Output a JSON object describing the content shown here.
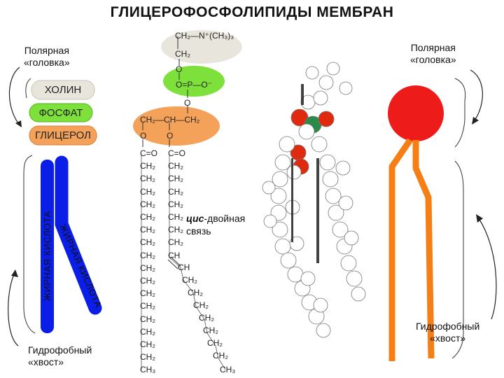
{
  "title": "ГЛИЦЕРОФОСФОЛИПИДЫ МЕМБРАН",
  "left": {
    "polar_head_label": "Полярная\n«головка»",
    "choline": "ХОЛИН",
    "phosphate": "ФОСФАТ",
    "glycerol": "ГЛИЦЕРОЛ",
    "fatty_acid_left": "ЖИРНАЯ КИСЛОТА",
    "fatty_acid_right": "ЖИРНАЯ КИСЛОТА",
    "tail_label": "Гидрофобный\n«хвост»"
  },
  "right": {
    "polar_head_label": "Полярная\n«головка»",
    "tail_label": "Гидрофобный\n«хвост»"
  },
  "formula": {
    "choline_top": "CH₂—N⁺(CH₃)₃",
    "choline_ch2": "CH₂",
    "o_link": "O",
    "phosphate": "O=P—O⁻",
    "phosphate_o": "O",
    "glycerol": "CH₂—CH—CH₂",
    "ester_o_left": "O",
    "ester_o_right": "O",
    "left_chain": [
      "C=O",
      "CH₂",
      "CH₂",
      "CH₂",
      "CH₂",
      "CH₂",
      "CH₂",
      "CH₂",
      "CH₂",
      "CH₂",
      "CH₂",
      "CH₂",
      "CH₂",
      "CH₂",
      "CH₂",
      "CH₂",
      "CH₂",
      "CH₃"
    ],
    "right_chain_straight": [
      "C=O",
      "CH₂",
      "CH₂",
      "CH₂",
      "CH₂",
      "CH₂",
      "CH₂",
      "CH₂",
      "CH"
    ],
    "right_chain_bent": [
      "CH",
      "CH₂",
      "CH₂",
      "CH₂",
      "CH₂",
      "CH₂",
      "CH₂",
      "CH₂",
      "CH₃"
    ],
    "cis_bond_bold": "цис",
    "cis_bond_rest": "-двойная",
    "cis_bond_line2": "связь"
  },
  "colors": {
    "choline": "#e8e6dc",
    "phosphate": "#7ee03a",
    "glycerol": "#f4a25a",
    "tail_blue": "#0a1ee8",
    "model_orange": "#f57f14",
    "head_red": "#ee1b1b"
  }
}
